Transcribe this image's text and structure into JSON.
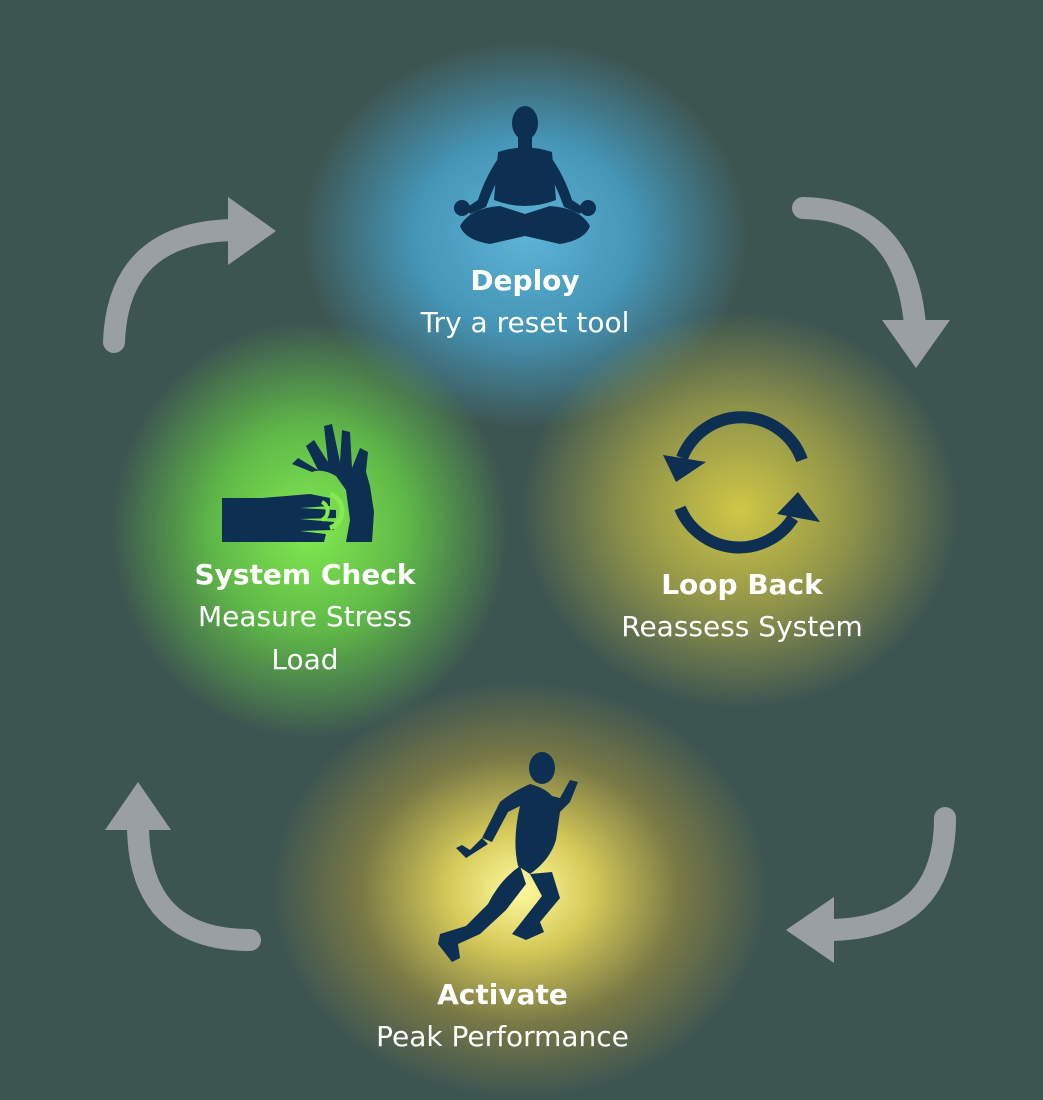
{
  "colors": {
    "background": "#3d5551",
    "icon": "#0d2f52",
    "arrow": "#9a9fa4",
    "text": "#ffffff",
    "deploy_glow": "#5fb9dc",
    "loop_glow": "#d7cd46",
    "check_glow": "#82eb50",
    "activate_glow": "#fffaa0"
  },
  "nodes": {
    "deploy": {
      "title": "Deploy",
      "subtitle": "Try a reset tool",
      "icon": "meditation-icon"
    },
    "loop_back": {
      "title": "Loop Back",
      "subtitle": "Reassess System",
      "icon": "refresh-cycle-icon"
    },
    "activate": {
      "title": "Activate",
      "subtitle": "Peak Performance",
      "icon": "runner-icon"
    },
    "system_check": {
      "title": "System Check",
      "subtitle_line1": "Measure Stress",
      "subtitle_line2": "Load",
      "icon": "pulse-check-icon"
    }
  },
  "flow": [
    "Deploy",
    "Loop Back",
    "Activate",
    "System Check"
  ]
}
